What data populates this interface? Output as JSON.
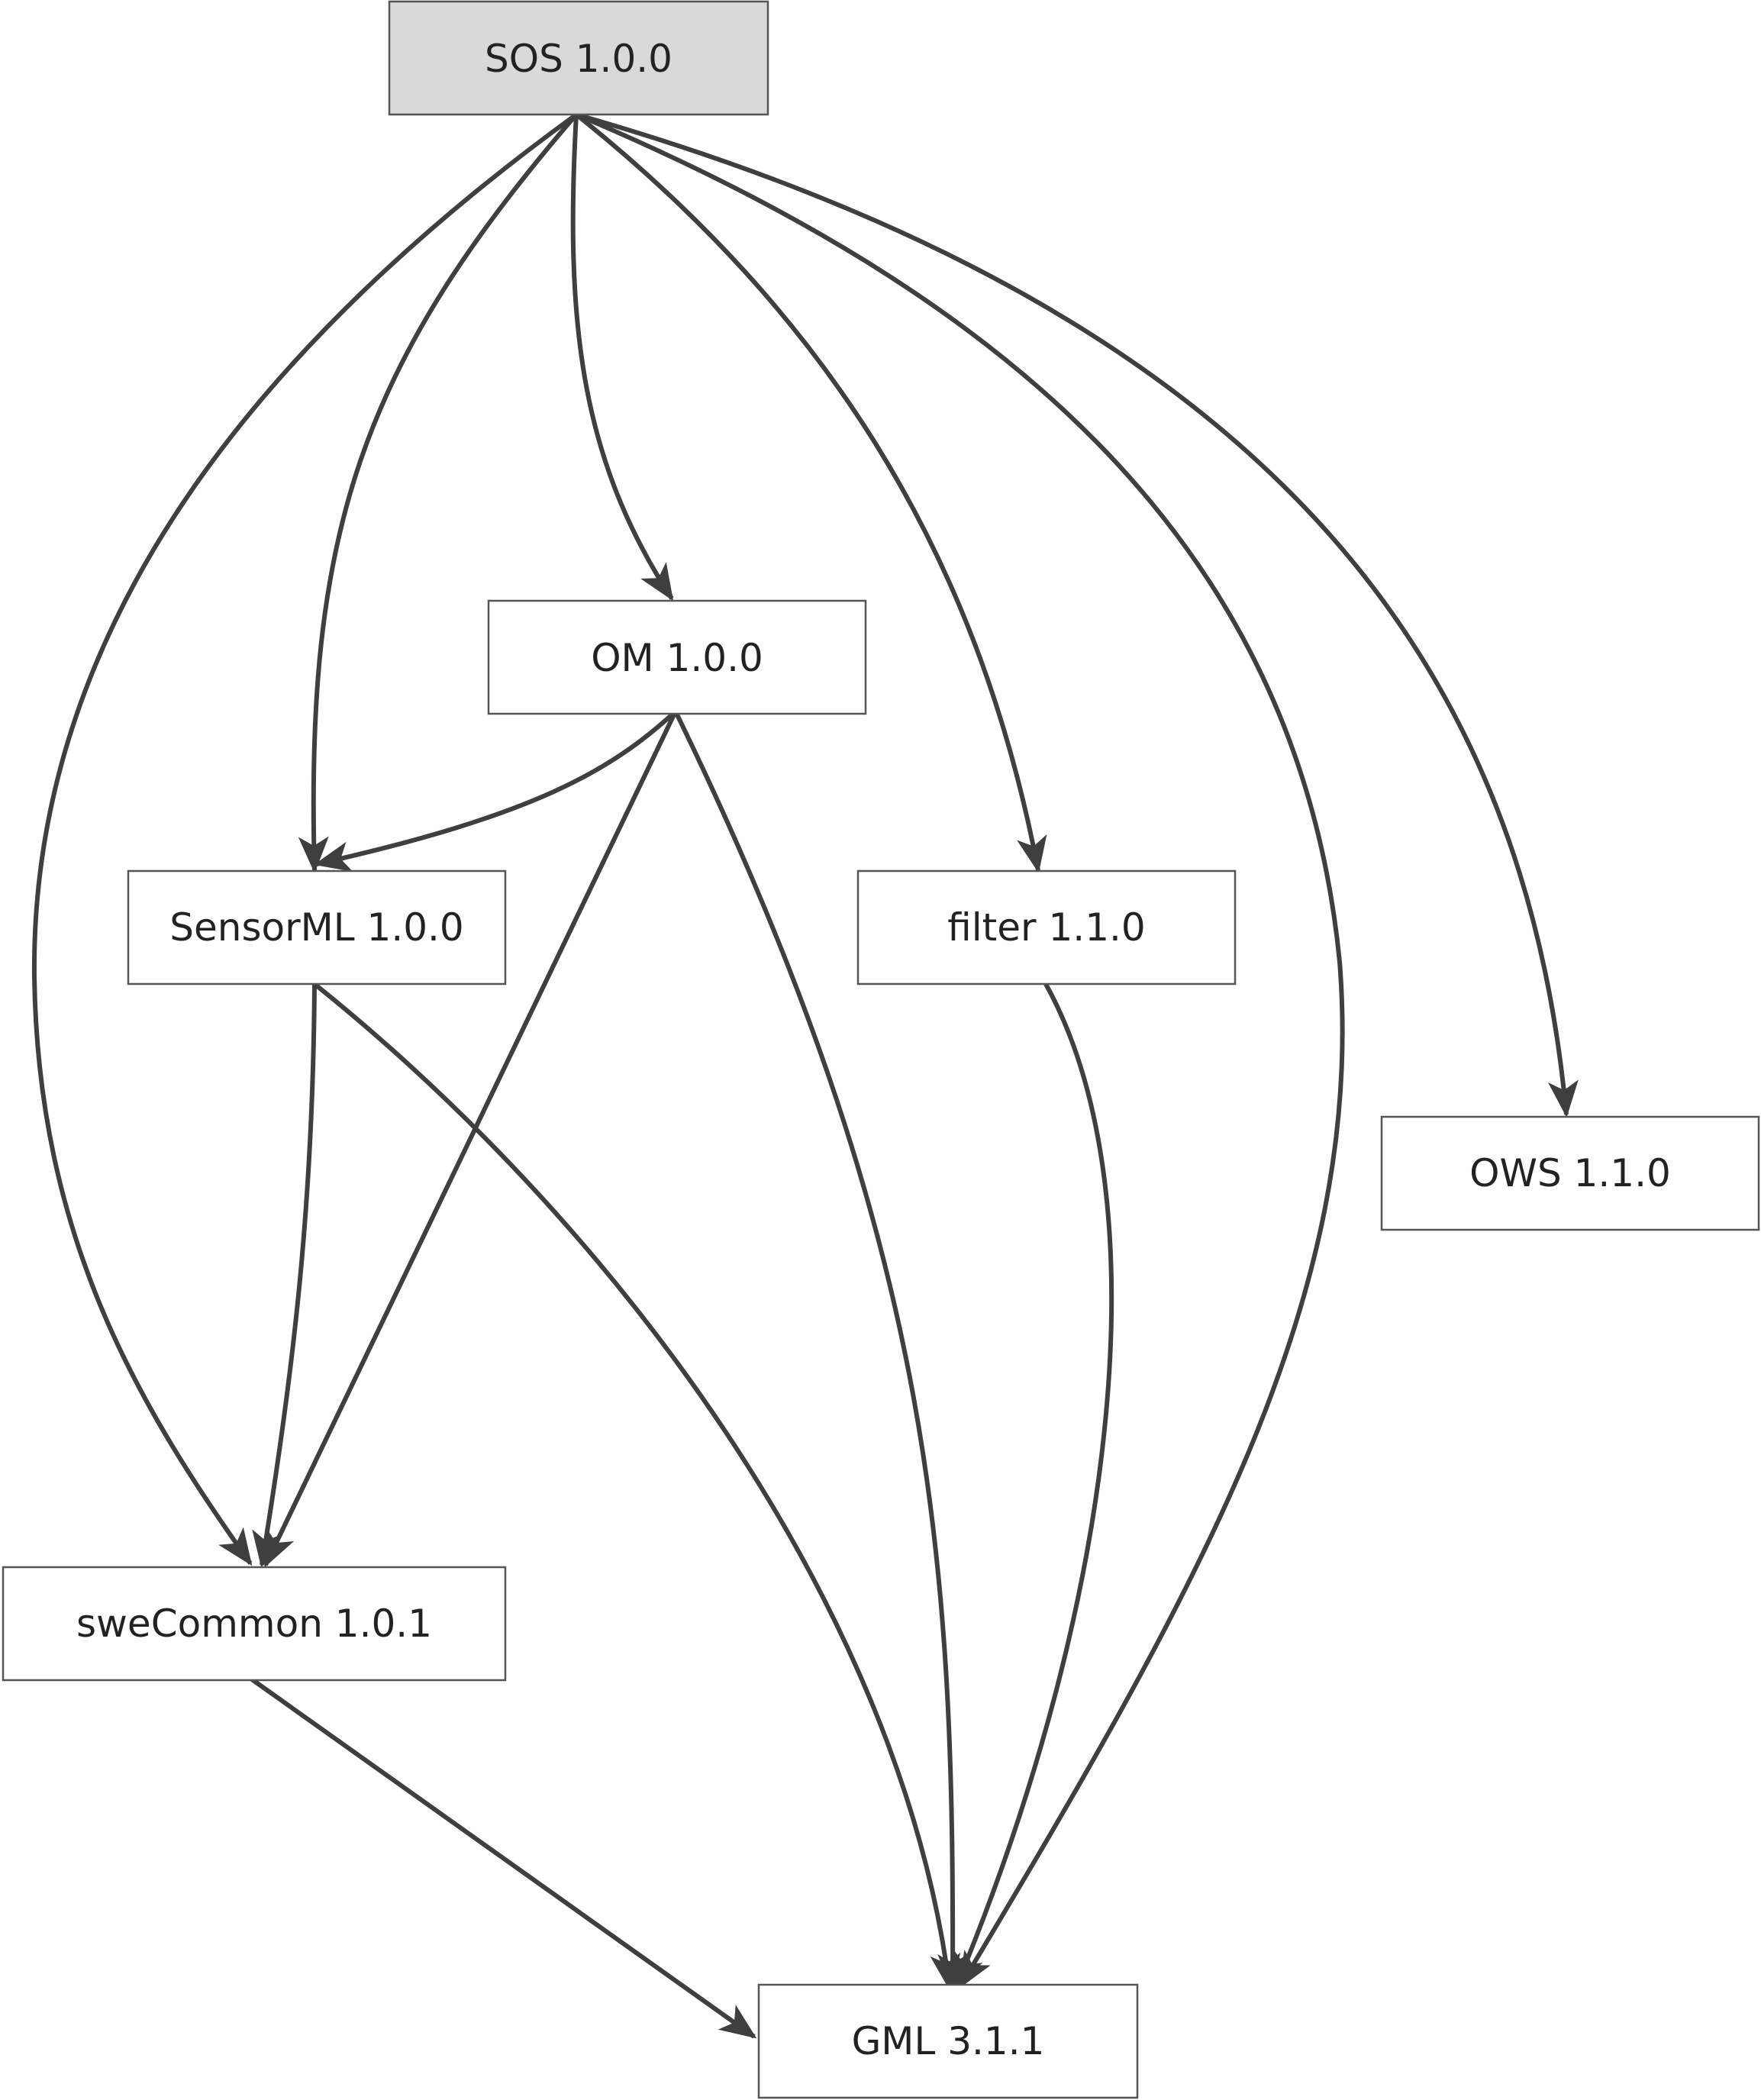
{
  "nodes": [
    {
      "id": "sos",
      "label": "SOS 1.0.0",
      "fill": "#d9d9d9"
    },
    {
      "id": "om",
      "label": "OM 1.0.0",
      "fill": "#ffffff"
    },
    {
      "id": "sensorml",
      "label": "SensorML 1.0.0",
      "fill": "#ffffff"
    },
    {
      "id": "filter",
      "label": "filter 1.1.0",
      "fill": "#ffffff"
    },
    {
      "id": "ows",
      "label": "OWS 1.1.0",
      "fill": "#ffffff"
    },
    {
      "id": "swecommon",
      "label": "sweCommon 1.0.1",
      "fill": "#ffffff"
    },
    {
      "id": "gml",
      "label": "GML 3.1.1",
      "fill": "#ffffff"
    }
  ],
  "edges": [
    {
      "from": "sos",
      "to": "swecommon"
    },
    {
      "from": "sos",
      "to": "sensorml"
    },
    {
      "from": "sos",
      "to": "om"
    },
    {
      "from": "sos",
      "to": "filter"
    },
    {
      "from": "sos",
      "to": "gml"
    },
    {
      "from": "sos",
      "to": "ows"
    },
    {
      "from": "om",
      "to": "sensorml"
    },
    {
      "from": "om",
      "to": "swecommon"
    },
    {
      "from": "om",
      "to": "gml"
    },
    {
      "from": "sensorml",
      "to": "swecommon"
    },
    {
      "from": "sensorml",
      "to": "gml"
    },
    {
      "from": "filter",
      "to": "gml"
    },
    {
      "from": "swecommon",
      "to": "gml"
    }
  ],
  "colors": {
    "edge": "#3f3f3f",
    "border": "#555555",
    "text": "#222222"
  }
}
